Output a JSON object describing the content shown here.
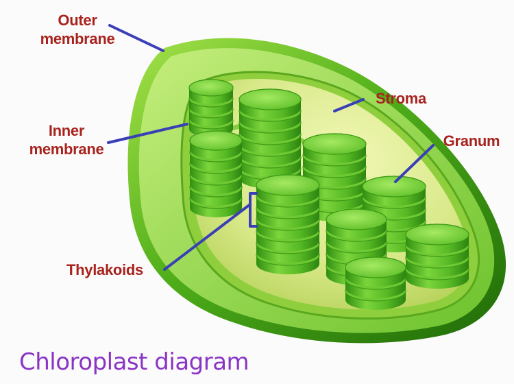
{
  "labels": {
    "outer_membrane": [
      "Outer",
      "membrane"
    ],
    "inner_membrane": [
      "Inner",
      "membrane"
    ],
    "stroma": "Stroma",
    "granum": "Granum",
    "thylakoids": "Thylakoids"
  },
  "title": "Chloroplast diagram",
  "colors": {
    "label_text": "#a8231e",
    "pointer_line": "#3a3fb6",
    "title_text": "#8a34c4",
    "membrane_green": "#3f9e16",
    "stroma_fill": "#d4e57a",
    "granum_green": "#5fc22a"
  }
}
